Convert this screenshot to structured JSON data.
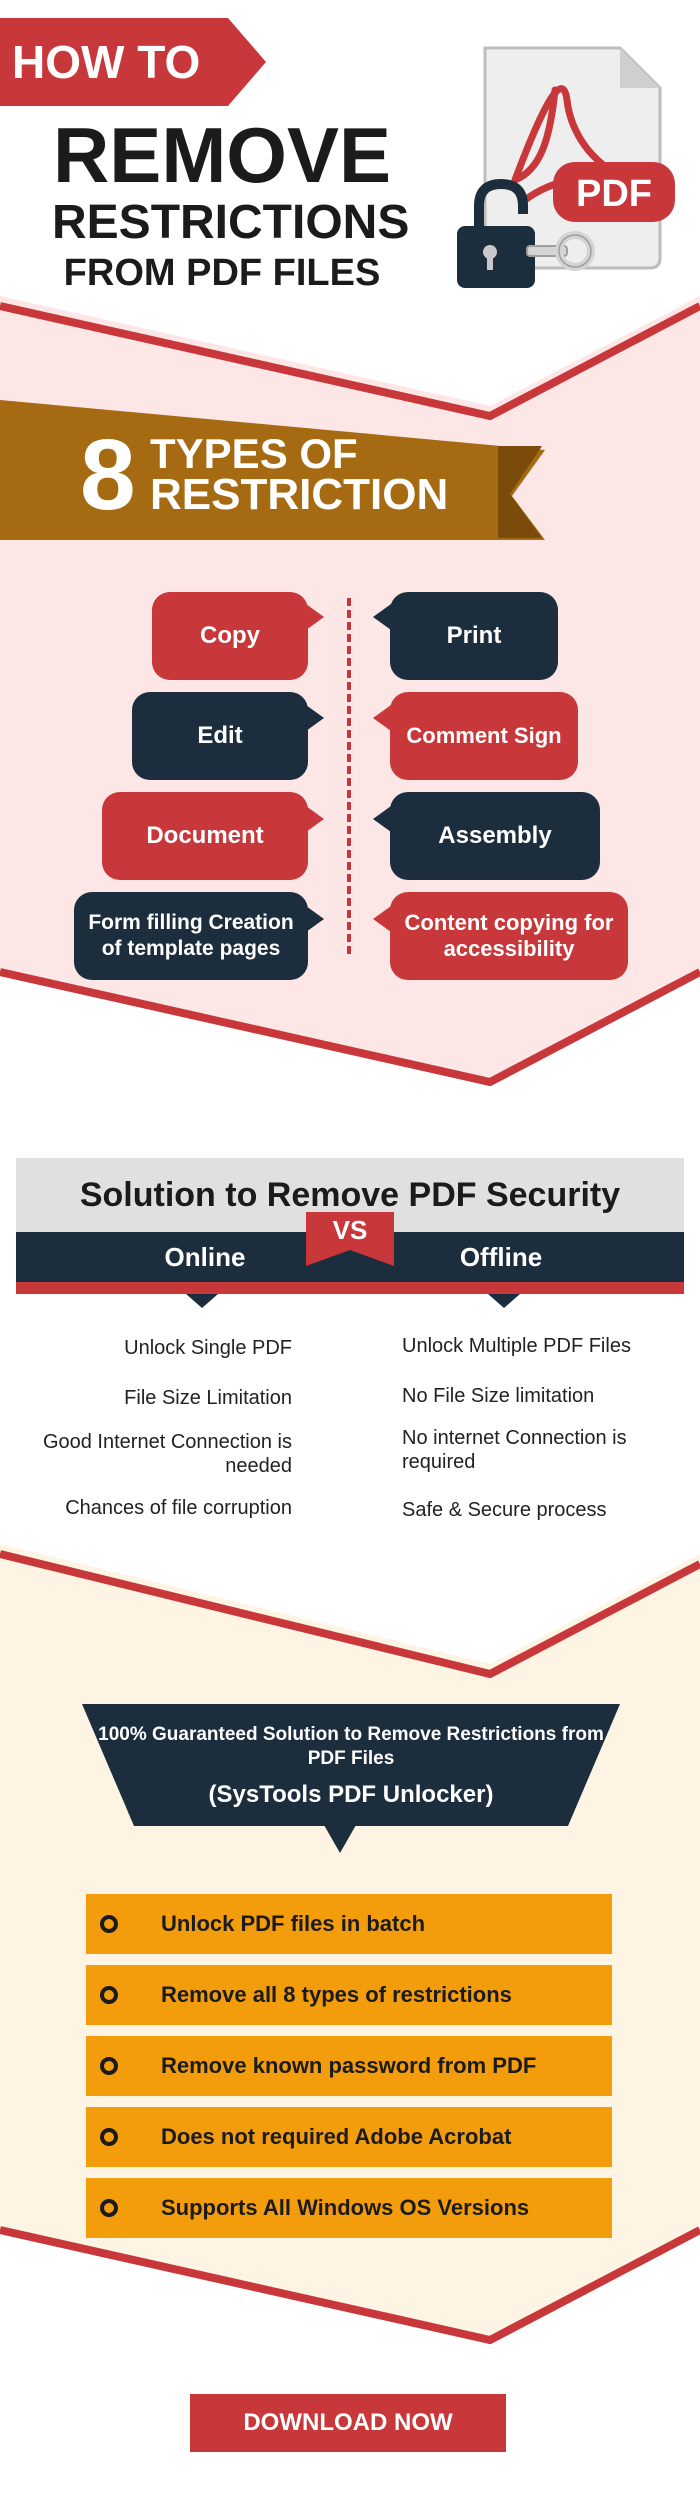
{
  "header": {
    "how_to": "HOW TO",
    "title_line1": "REMOVE",
    "title_line2": "RESTRICTIONS",
    "title_line3": "FROM PDF FILES",
    "pdf_badge": "PDF"
  },
  "types": {
    "number": "8",
    "title_line1": "TYPES OF",
    "title_line2": "RESTRICTION",
    "left_items": [
      "Copy",
      "Edit",
      "Document",
      "Form filling Creation of template pages"
    ],
    "right_items": [
      "Print",
      "Comment Sign",
      "Assembly",
      "Content copying for accessibility"
    ]
  },
  "solution": {
    "title": "Solution to Remove PDF Security",
    "vs": "VS",
    "online_label": "Online",
    "offline_label": "Offline",
    "online_points": [
      "Unlock Single PDF",
      "File Size Limitation",
      "Good Internet Connection is needed",
      "Chances of file corruption"
    ],
    "offline_points": [
      "Unlock Multiple PDF Files",
      "No File Size limitation",
      "No internet Connection is required",
      "Safe & Secure process"
    ]
  },
  "guaranteed": {
    "line1": "100% Guaranteed Solution to Remove Restrictions from PDF Files",
    "line2": "(SysTools PDF Unlocker)",
    "features": [
      "Unlock PDF files in batch",
      "Remove all 8 types of restrictions",
      "Remove known password from PDF",
      "Does not required Adobe Acrobat",
      "Supports All Windows OS Versions"
    ]
  },
  "cta": {
    "download_label": "DOWNLOAD NOW"
  },
  "colors": {
    "red": "#c8373a",
    "navy": "#1c2d3e",
    "gold": "#a66a12",
    "orange": "#f39c0c",
    "pink_bg": "#fde6e6",
    "cream_bg": "#fdf4e4"
  }
}
